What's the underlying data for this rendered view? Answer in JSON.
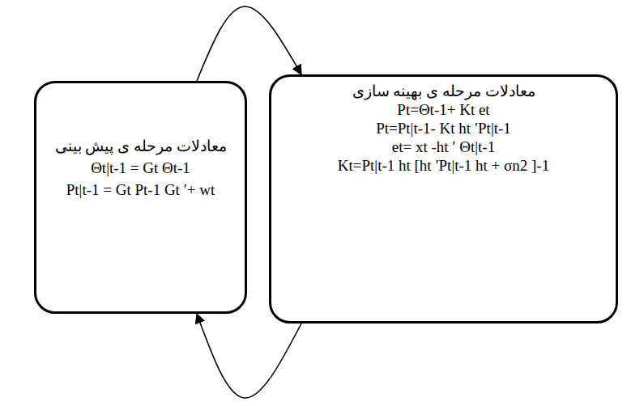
{
  "diagram": {
    "nodes": [
      {
        "text": [
          "معادلات مرحله ی پیش بینی",
          "Θt|t-1 = Gt Θt-1",
          "Pt|t-1 = Gt Pt-1 Gt ′+ wt"
        ]
      },
      {
        "text": [
          "معادلات مرحله ی بهینه سازی",
          "Pt=Θt-1+ Kt et",
          "Pt=Pt|t-1- Kt ht ′Pt|t-1",
          "et= xt -ht ′ Θt|t-1",
          "Kt=Pt|t-1 ht [ht ′Pt|t-1 ht + σn2 ]-1"
        ]
      }
    ],
    "edges": [
      {
        "from": 0,
        "to": 1,
        "arrow": "to"
      },
      {
        "from": 1,
        "to": 0,
        "arrow": "to"
      }
    ]
  }
}
